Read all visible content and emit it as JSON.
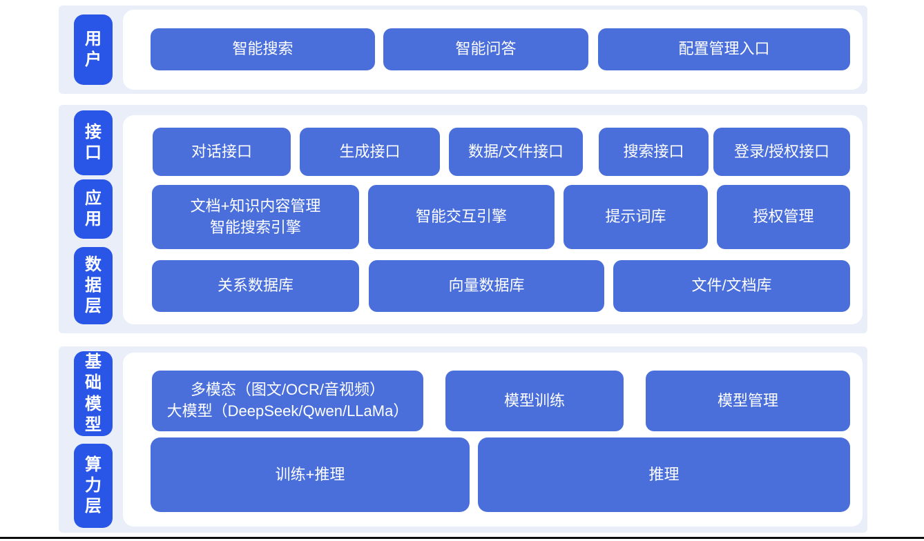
{
  "colors": {
    "page_bg": "#ffffff",
    "panel_bg": "#e9eef8",
    "layer_pill_bg": "#2a56e8",
    "node_bg": "#4a6fdb",
    "text": "#ffffff",
    "bottom_line": "#0d0d0d"
  },
  "diagram": {
    "groups": [
      {
        "pills": [
          {
            "text": "用户"
          }
        ],
        "rows": [
          {
            "nodes": [
              {
                "text": "智能搜索"
              },
              {
                "text": "智能问答"
              },
              {
                "text": "配置管理入口"
              }
            ]
          }
        ]
      },
      {
        "pills": [
          {
            "text": "接口"
          },
          {
            "text": "应用"
          },
          {
            "text": "数据层"
          }
        ],
        "rows": [
          {
            "nodes": [
              {
                "text": "对话接口"
              },
              {
                "text": "生成接口"
              },
              {
                "text": "数据/文件接口"
              },
              {
                "text": "搜索接口"
              },
              {
                "text": "登录/授权接口"
              }
            ]
          },
          {
            "nodes": [
              {
                "text": "文档+知识内容管理\n智能搜索引擎"
              },
              {
                "text": "智能交互引擎"
              },
              {
                "text": "提示词库"
              },
              {
                "text": "授权管理"
              }
            ]
          },
          {
            "nodes": [
              {
                "text": "关系数据库"
              },
              {
                "text": "向量数据库"
              },
              {
                "text": "文件/文档库"
              }
            ]
          }
        ]
      },
      {
        "pills": [
          {
            "text": "基础模型"
          },
          {
            "text": "算力层"
          }
        ],
        "rows": [
          {
            "nodes": [
              {
                "text": "多模态（图文/OCR/音视频）\n大模型（DeepSeek/Qwen/LLaMa）"
              },
              {
                "text": "模型训练"
              },
              {
                "text": "模型管理"
              }
            ]
          },
          {
            "nodes": [
              {
                "text": "训练+推理"
              },
              {
                "text": "推理"
              }
            ]
          }
        ]
      }
    ]
  }
}
